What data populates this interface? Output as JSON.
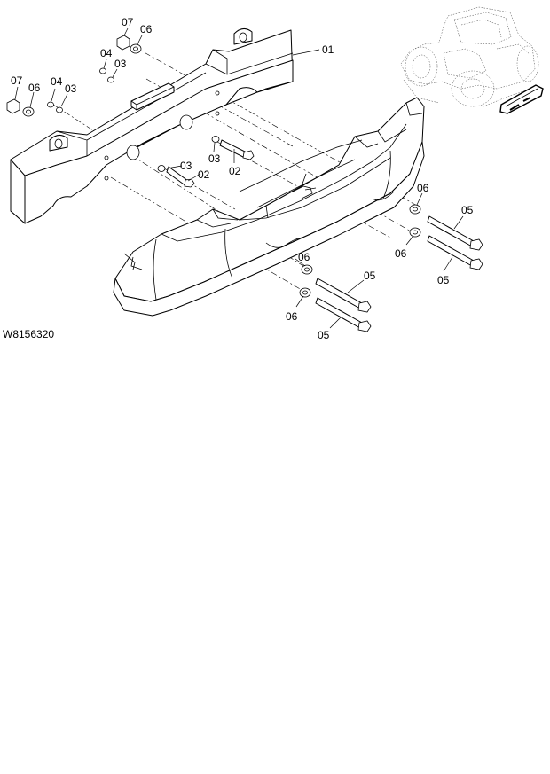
{
  "figure_id": "W8156320",
  "callouts": {
    "c01": "01",
    "c02a": "02",
    "c02b": "02",
    "c03a": "03",
    "c03b": "03",
    "c03c": "03",
    "c03d": "03",
    "c04a": "04",
    "c04b": "04",
    "c05a": "05",
    "c05b": "05",
    "c05c": "05",
    "c05d": "05",
    "c06a": "06",
    "c06b": "06",
    "c06c": "06",
    "c06d": "06",
    "c06e": "06",
    "c06f": "06",
    "c07a": "07",
    "c07b": "07"
  }
}
